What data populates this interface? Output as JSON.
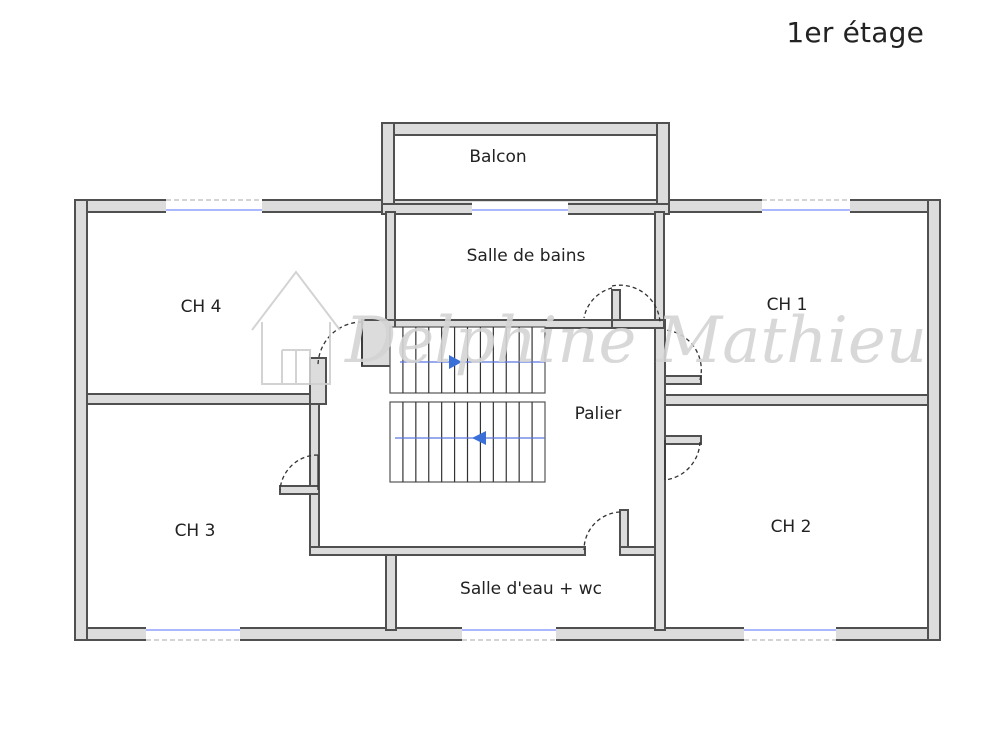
{
  "floor_label": "1er étage",
  "rooms": {
    "balcon": "Balcon",
    "salle_de_bains": "Salle de bains",
    "ch4": "CH 4",
    "ch1": "CH 1",
    "palier": "Palier",
    "ch3": "CH 3",
    "ch2": "CH 2",
    "salle_eau": "Salle d'eau + wc"
  },
  "watermark": "Delphine Mathieu",
  "colors": {
    "wall_fill": "#dcdcdc",
    "wall_stroke": "#505050",
    "window": "#8fa1ff",
    "stair_arrow": "#3a6fd8"
  }
}
